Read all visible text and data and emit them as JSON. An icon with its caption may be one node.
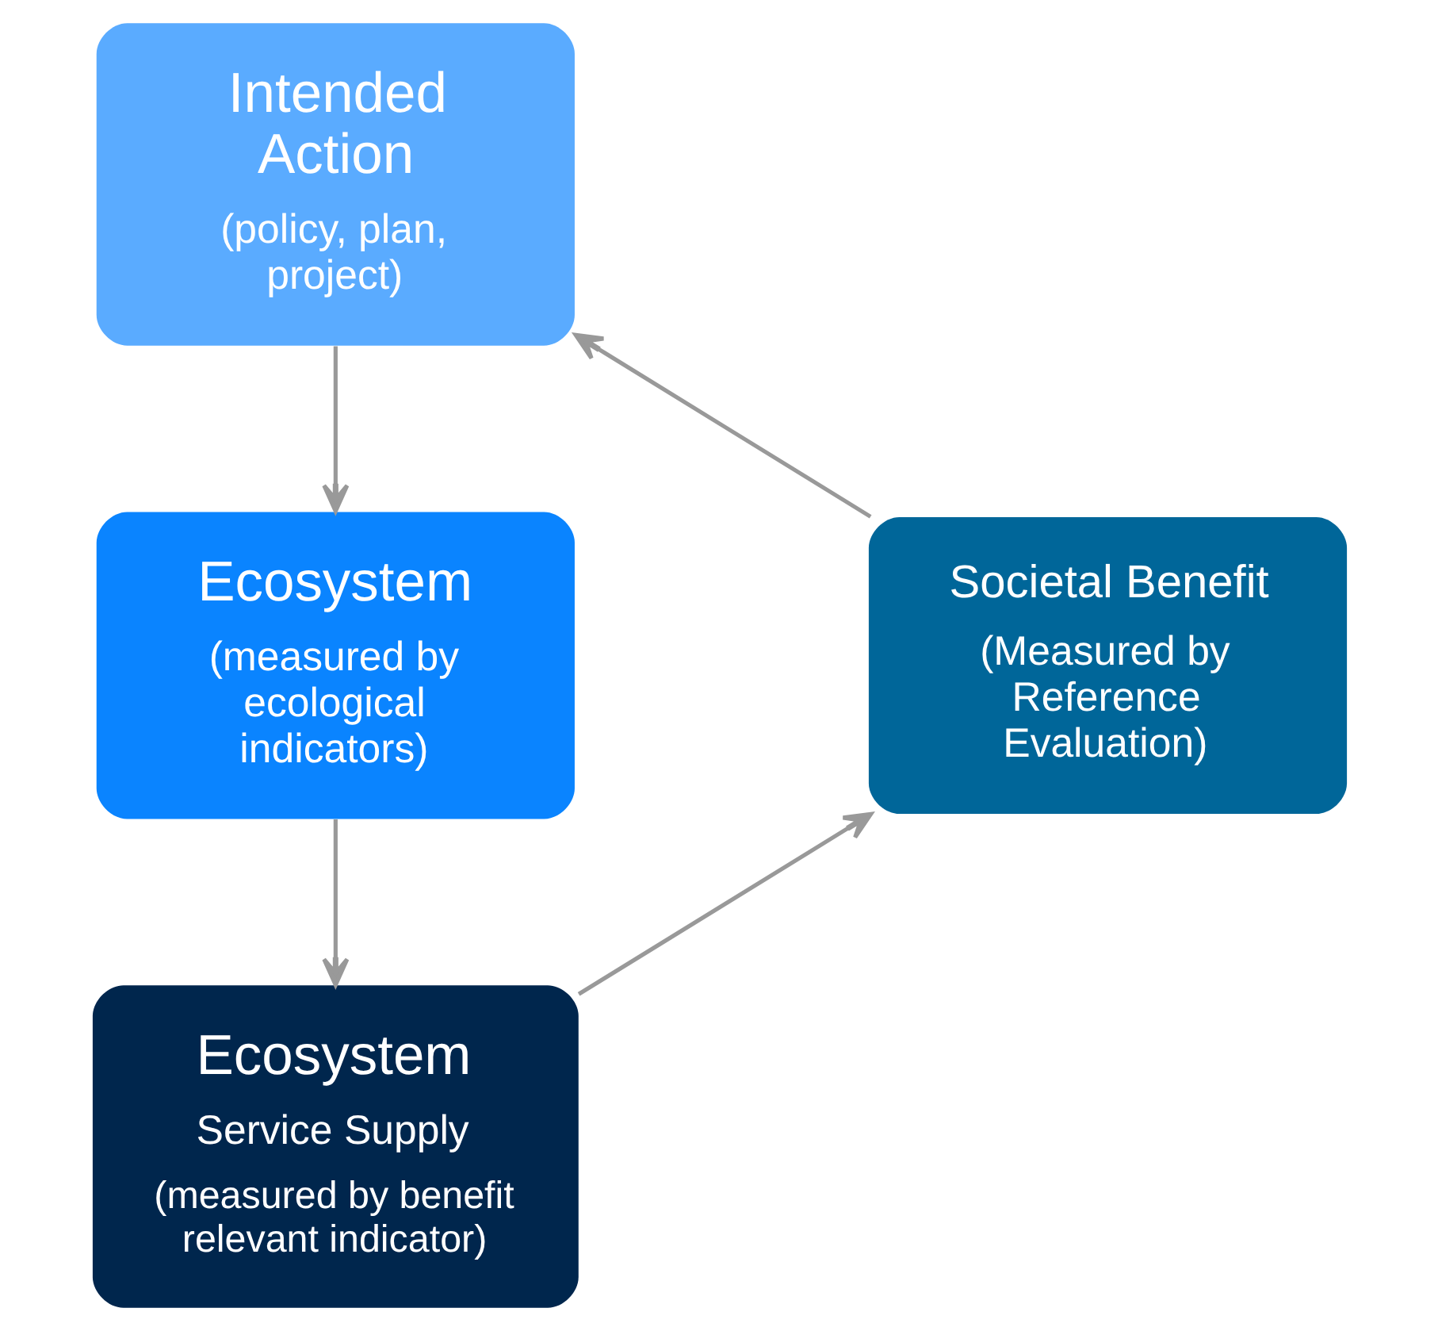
{
  "diagram": {
    "nodes": [
      {
        "text": [
          "Intended Action",
          "(policy, plan, project)"
        ]
      },
      {
        "text": [
          "Ecosystem",
          "(measured by ecological indicators)"
        ]
      },
      {
        "text": [
          "Ecosystem",
          "Service Supply",
          "(measured by benefit relevant indicator)"
        ]
      },
      {
        "text": [
          "Societal Benefit",
          "(Measured by Reference Evaluation)"
        ]
      }
    ],
    "edges": [
      {
        "from": 0,
        "to": 1,
        "arrow": "to"
      },
      {
        "from": 1,
        "to": 2,
        "arrow": "to"
      },
      {
        "from": 2,
        "to": 3,
        "arrow": "to"
      },
      {
        "from": 3,
        "to": 0,
        "arrow": "to"
      }
    ]
  }
}
